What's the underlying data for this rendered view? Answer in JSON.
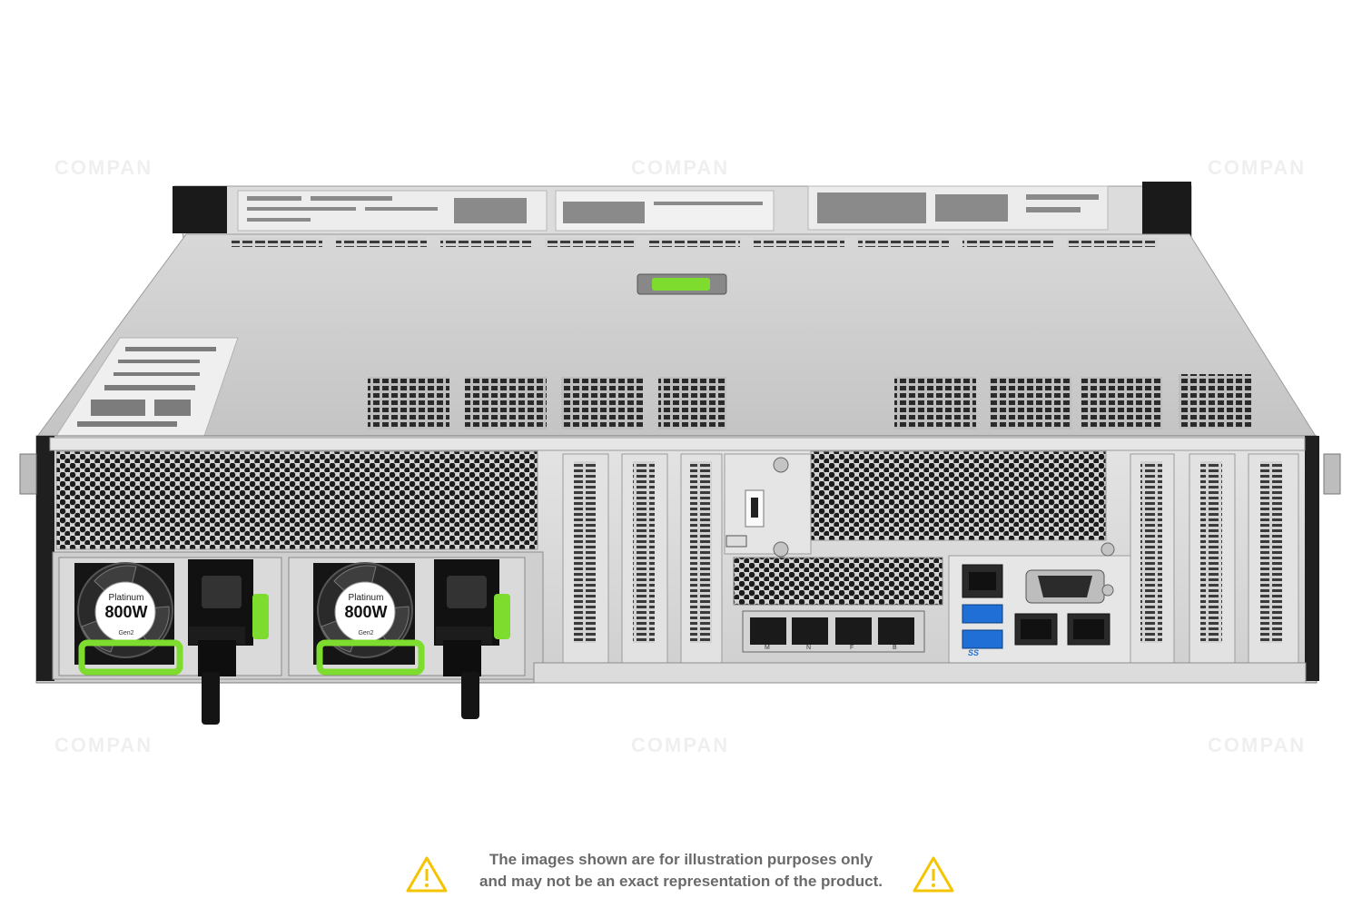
{
  "watermark": {
    "brand": "COMPAN"
  },
  "psu_units": [
    {
      "efficiency": "Platinum",
      "wattage": "800W",
      "generation": "Gen2"
    },
    {
      "efficiency": "Platinum",
      "wattage": "800W",
      "generation": "Gen2"
    }
  ],
  "port_labels": {
    "usb": "SS",
    "sfp_marks": [
      "M",
      "N",
      "F",
      "B"
    ]
  },
  "disclaimer": {
    "line1": "The images shown are for illustration purposes only",
    "line2": "and may not be an exact representation of the product."
  },
  "colors": {
    "accent_green": "#7ddc2e",
    "usb_blue": "#1f6fd6",
    "chassis_gray": "#c9c9c9",
    "warning_yellow": "#f5c400"
  },
  "icons": [
    "warning-icon",
    "fan-icon",
    "power-socket-icon",
    "vga-port-icon",
    "rj45-port-icon",
    "usb-port-icon",
    "sfp-port-icon"
  ]
}
